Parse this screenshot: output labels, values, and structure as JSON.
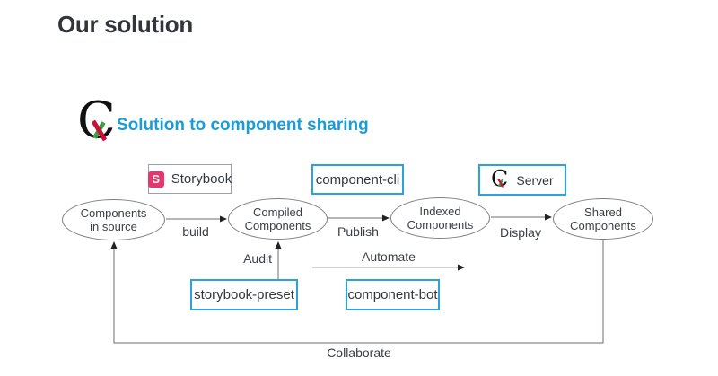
{
  "page": {
    "title": "Our solution"
  },
  "diagram": {
    "title": "Solution to component sharing",
    "logo": {
      "letter": "C"
    },
    "tools": [
      {
        "id": "storybook",
        "label": "Storybook",
        "icon": "storybook-s-icon",
        "icon_letter": "S"
      },
      {
        "id": "component-cli",
        "label": "component-cli"
      },
      {
        "id": "server",
        "label": "Server",
        "icon": "component-logo-icon"
      }
    ],
    "nodes": [
      {
        "id": "components-in-source",
        "line1": "Components",
        "line2": "in source"
      },
      {
        "id": "compiled-components",
        "line1": "Compiled",
        "line2": "Components"
      },
      {
        "id": "indexed-components",
        "line1": "Indexed",
        "line2": "Components"
      },
      {
        "id": "shared-components",
        "line1": "Shared",
        "line2": "Components"
      }
    ],
    "edges": {
      "build": "build",
      "publish": "Publish",
      "display": "Display",
      "audit": "Audit",
      "automate": "Automate",
      "collaborate": "Collaborate"
    },
    "bottom_tools": [
      {
        "id": "storybook-preset",
        "label": "storybook-preset"
      },
      {
        "id": "component-bot",
        "label": "component-bot"
      }
    ]
  },
  "theme": {
    "title_color": "#32363b",
    "accent_blue": "#1a9cd8",
    "box_border_blue": "#2ba3dc",
    "storybook_pink": "#e6356f",
    "logo_red": "#c51236",
    "logo_green": "#3f9e49",
    "node_border": "#7f7f7f",
    "line_gray": "#6e6e6e"
  }
}
